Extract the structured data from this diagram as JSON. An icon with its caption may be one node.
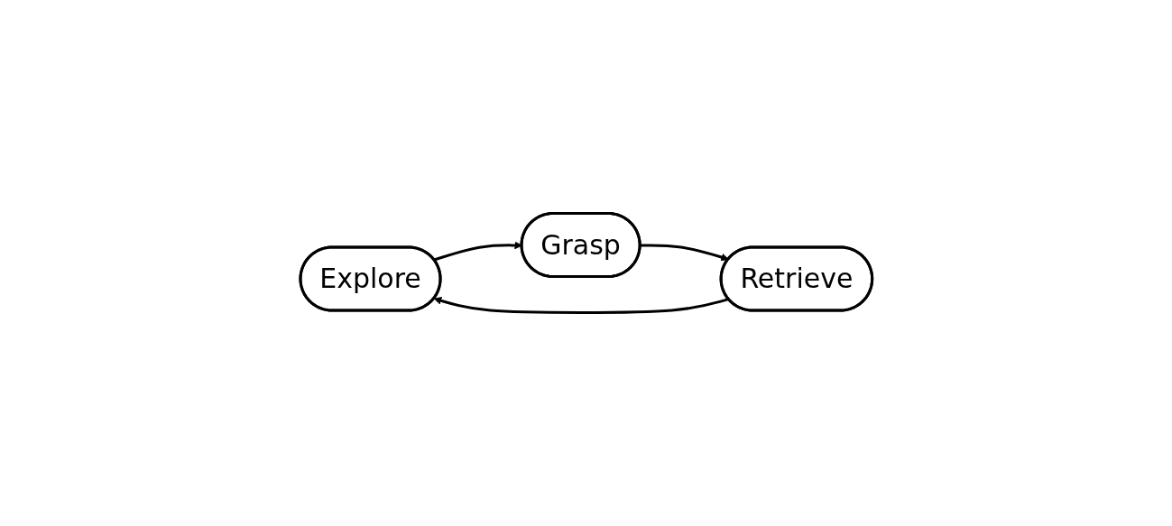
{
  "diagram": {
    "nodes": [
      {
        "text": [
          "Explore"
        ]
      },
      {
        "text": [
          "Grasp"
        ]
      },
      {
        "text": [
          "Retrieve"
        ]
      }
    ],
    "edges": [
      {
        "from": 0,
        "to": 1,
        "arrow": "to"
      },
      {
        "from": 1,
        "to": 2,
        "arrow": "to"
      },
      {
        "from": 2,
        "to": 0,
        "arrow": "to"
      }
    ]
  }
}
